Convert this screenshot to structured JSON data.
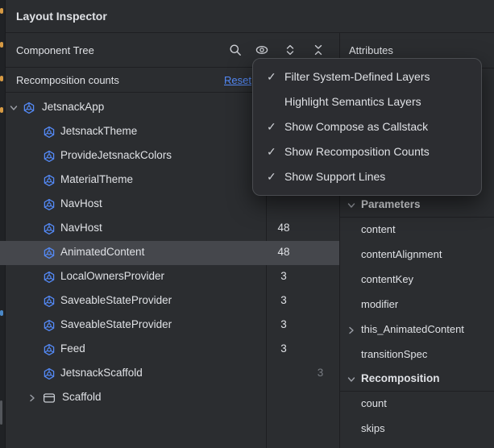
{
  "window": {
    "title": "Layout Inspector"
  },
  "component_tree": {
    "title": "Component Tree",
    "toolbar_icons": [
      "search",
      "visibility-options",
      "expand-all",
      "collapse-all"
    ],
    "recomposition_bar": {
      "label": "Recomposition counts",
      "reset": "Reset"
    },
    "nodes": [
      {
        "label": "JetsnackApp"
      },
      {
        "label": "JetsnackTheme"
      },
      {
        "label": "ProvideJetsnackColors"
      },
      {
        "label": "MaterialTheme"
      },
      {
        "label": "NavHost"
      },
      {
        "label": "NavHost",
        "count": "48"
      },
      {
        "label": "AnimatedContent",
        "count": "48",
        "selected": true
      },
      {
        "label": "LocalOwnersProvider",
        "count": "3"
      },
      {
        "label": "SaveableStateProvider",
        "count": "3"
      },
      {
        "label": "SaveableStateProvider",
        "count": "3"
      },
      {
        "label": "Feed",
        "count": "3"
      },
      {
        "label": "JetsnackScaffold",
        "skips": "3"
      },
      {
        "label": "Scaffold"
      }
    ]
  },
  "view_options_menu": {
    "items": [
      {
        "label": "Filter System-Defined Layers",
        "check": "✓"
      },
      {
        "label": "Highlight Semantics Layers",
        "check": ""
      },
      {
        "label": "Show Compose as Callstack",
        "check": "✓"
      },
      {
        "label": "Show Recomposition Counts",
        "check": "✓"
      },
      {
        "label": "Show Support Lines",
        "check": "✓"
      }
    ]
  },
  "attributes": {
    "title": "Attributes",
    "sections": [
      {
        "title": "Parameters",
        "items": [
          "content",
          "contentAlignment",
          "contentKey",
          "modifier",
          "this_AnimatedContent",
          "transitionSpec"
        ]
      },
      {
        "title": "Recomposition",
        "items": [
          "count",
          "skips"
        ]
      }
    ]
  },
  "colors": {
    "accent_blue": "#548af7",
    "selection": "#45474c",
    "panel_bg": "#2b2d30",
    "border": "#1e1f22"
  }
}
